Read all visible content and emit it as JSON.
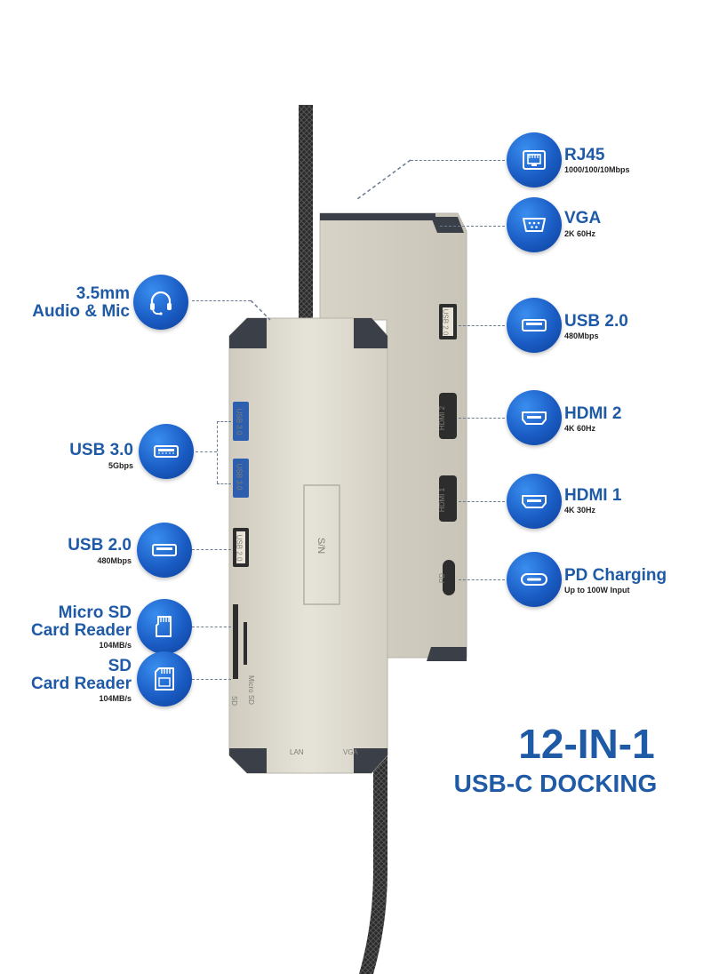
{
  "headline": {
    "line1": "12-IN-1",
    "line2": "USB-C DOCKING"
  },
  "colors": {
    "accent": "#1f5aa6",
    "badge": "#1a5cc4",
    "device": "#dcd8cc"
  },
  "ports_right": [
    {
      "title": "RJ45",
      "subtitle": "1000/100/10Mbps",
      "icon": "ethernet-icon"
    },
    {
      "title": "VGA",
      "subtitle": "2K 60Hz",
      "icon": "vga-icon"
    },
    {
      "title": "USB 2.0",
      "subtitle": "480Mbps",
      "icon": "usb-icon"
    },
    {
      "title": "HDMI 2",
      "subtitle": "4K 60Hz",
      "icon": "hdmi-icon"
    },
    {
      "title": "HDMI 1",
      "subtitle": "4K 30Hz",
      "icon": "hdmi-icon"
    },
    {
      "title": "PD Charging",
      "subtitle": "Up to 100W Input",
      "icon": "usb-c-icon"
    }
  ],
  "ports_left": [
    {
      "title_line1": "3.5mm",
      "title_line2": "Audio & Mic",
      "icon": "headset-icon"
    },
    {
      "title": "USB 3.0",
      "subtitle": "5Gbps",
      "icon": "usb-icon"
    },
    {
      "title": "USB 2.0",
      "subtitle": "480Mbps",
      "icon": "usb-icon"
    },
    {
      "title_line1": "Micro SD",
      "title_line2": "Card Reader",
      "subtitle": "104MB/s",
      "icon": "micro-sd-icon"
    },
    {
      "title_line1": "SD",
      "title_line2": "Card Reader",
      "subtitle": "104MB/s",
      "icon": "sd-card-icon"
    }
  ],
  "device_markings": {
    "usb30": "USB 3.0",
    "usb20": "USB 2.0",
    "hdmi2": "HDMI 2",
    "hdmi1": "HDMI 1",
    "pd": "PD",
    "sd": "SD",
    "microsd": "Micro SD",
    "lan": "LAN",
    "vga": "VGA",
    "sn": "S/N"
  }
}
